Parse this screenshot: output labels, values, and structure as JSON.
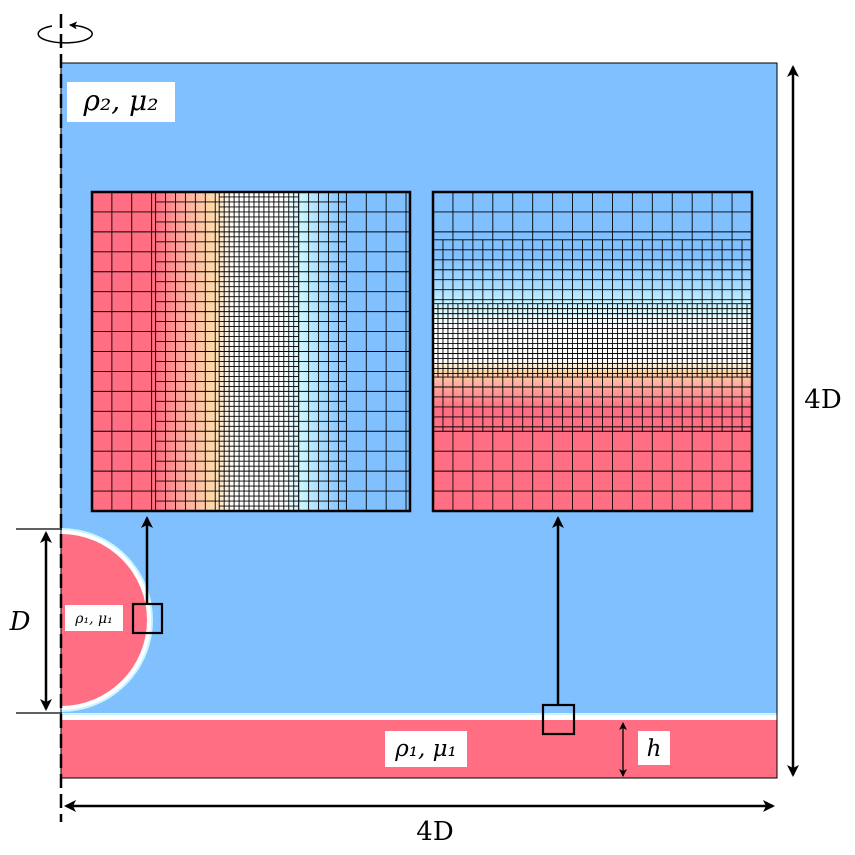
{
  "colors": {
    "outer_fluid": "#80c0ff",
    "drop_fluid": "#ff6e82",
    "interface_warm": "#ffd9a8",
    "interface_white": "#ffffff",
    "interface_cool": "#c8f5ff",
    "line": "#000000",
    "label_bg": "#ffffff"
  },
  "labels": {
    "outer_fluid": "ρ₂, μ₂",
    "drop_fluid": "ρ₁, μ₁",
    "film_fluid": "ρ₁, μ₁",
    "diameter": "D",
    "film_height": "h",
    "domain_width": "4D",
    "domain_height": "4D"
  },
  "icons": {
    "axis": "rotation-axis-icon"
  },
  "zoom_insets": [
    {
      "name": "zoom-inset-drop-interface",
      "orientation": "vertical"
    },
    {
      "name": "zoom-inset-film-interface",
      "orientation": "horizontal"
    }
  ]
}
